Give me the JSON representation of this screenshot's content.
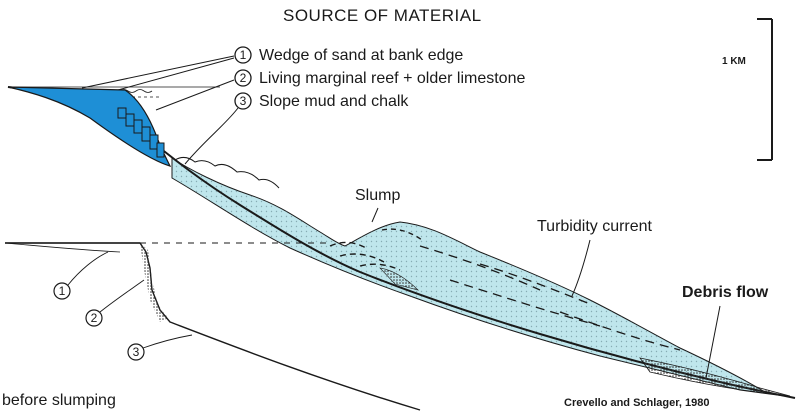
{
  "title": "SOURCE OF MATERIAL",
  "sources": [
    {
      "num": "1",
      "text": "Wedge of sand at bank edge"
    },
    {
      "num": "2",
      "text": "Living marginal reef + older limestone"
    },
    {
      "num": "3",
      "text": "Slope mud and chalk"
    }
  ],
  "scale_label": "1 KM",
  "processes": {
    "slump": "Slump",
    "turbidity": "Turbidity current",
    "debris": "Debris flow"
  },
  "inset": {
    "caption": "before slumping",
    "nums": [
      "1",
      "2",
      "3"
    ]
  },
  "credit": "Crevello and Schlager, 1980",
  "colors": {
    "sand_wedge": "#1e8fd6",
    "turbidite": "#bfe6ec",
    "ink": "#1a1a1a"
  }
}
